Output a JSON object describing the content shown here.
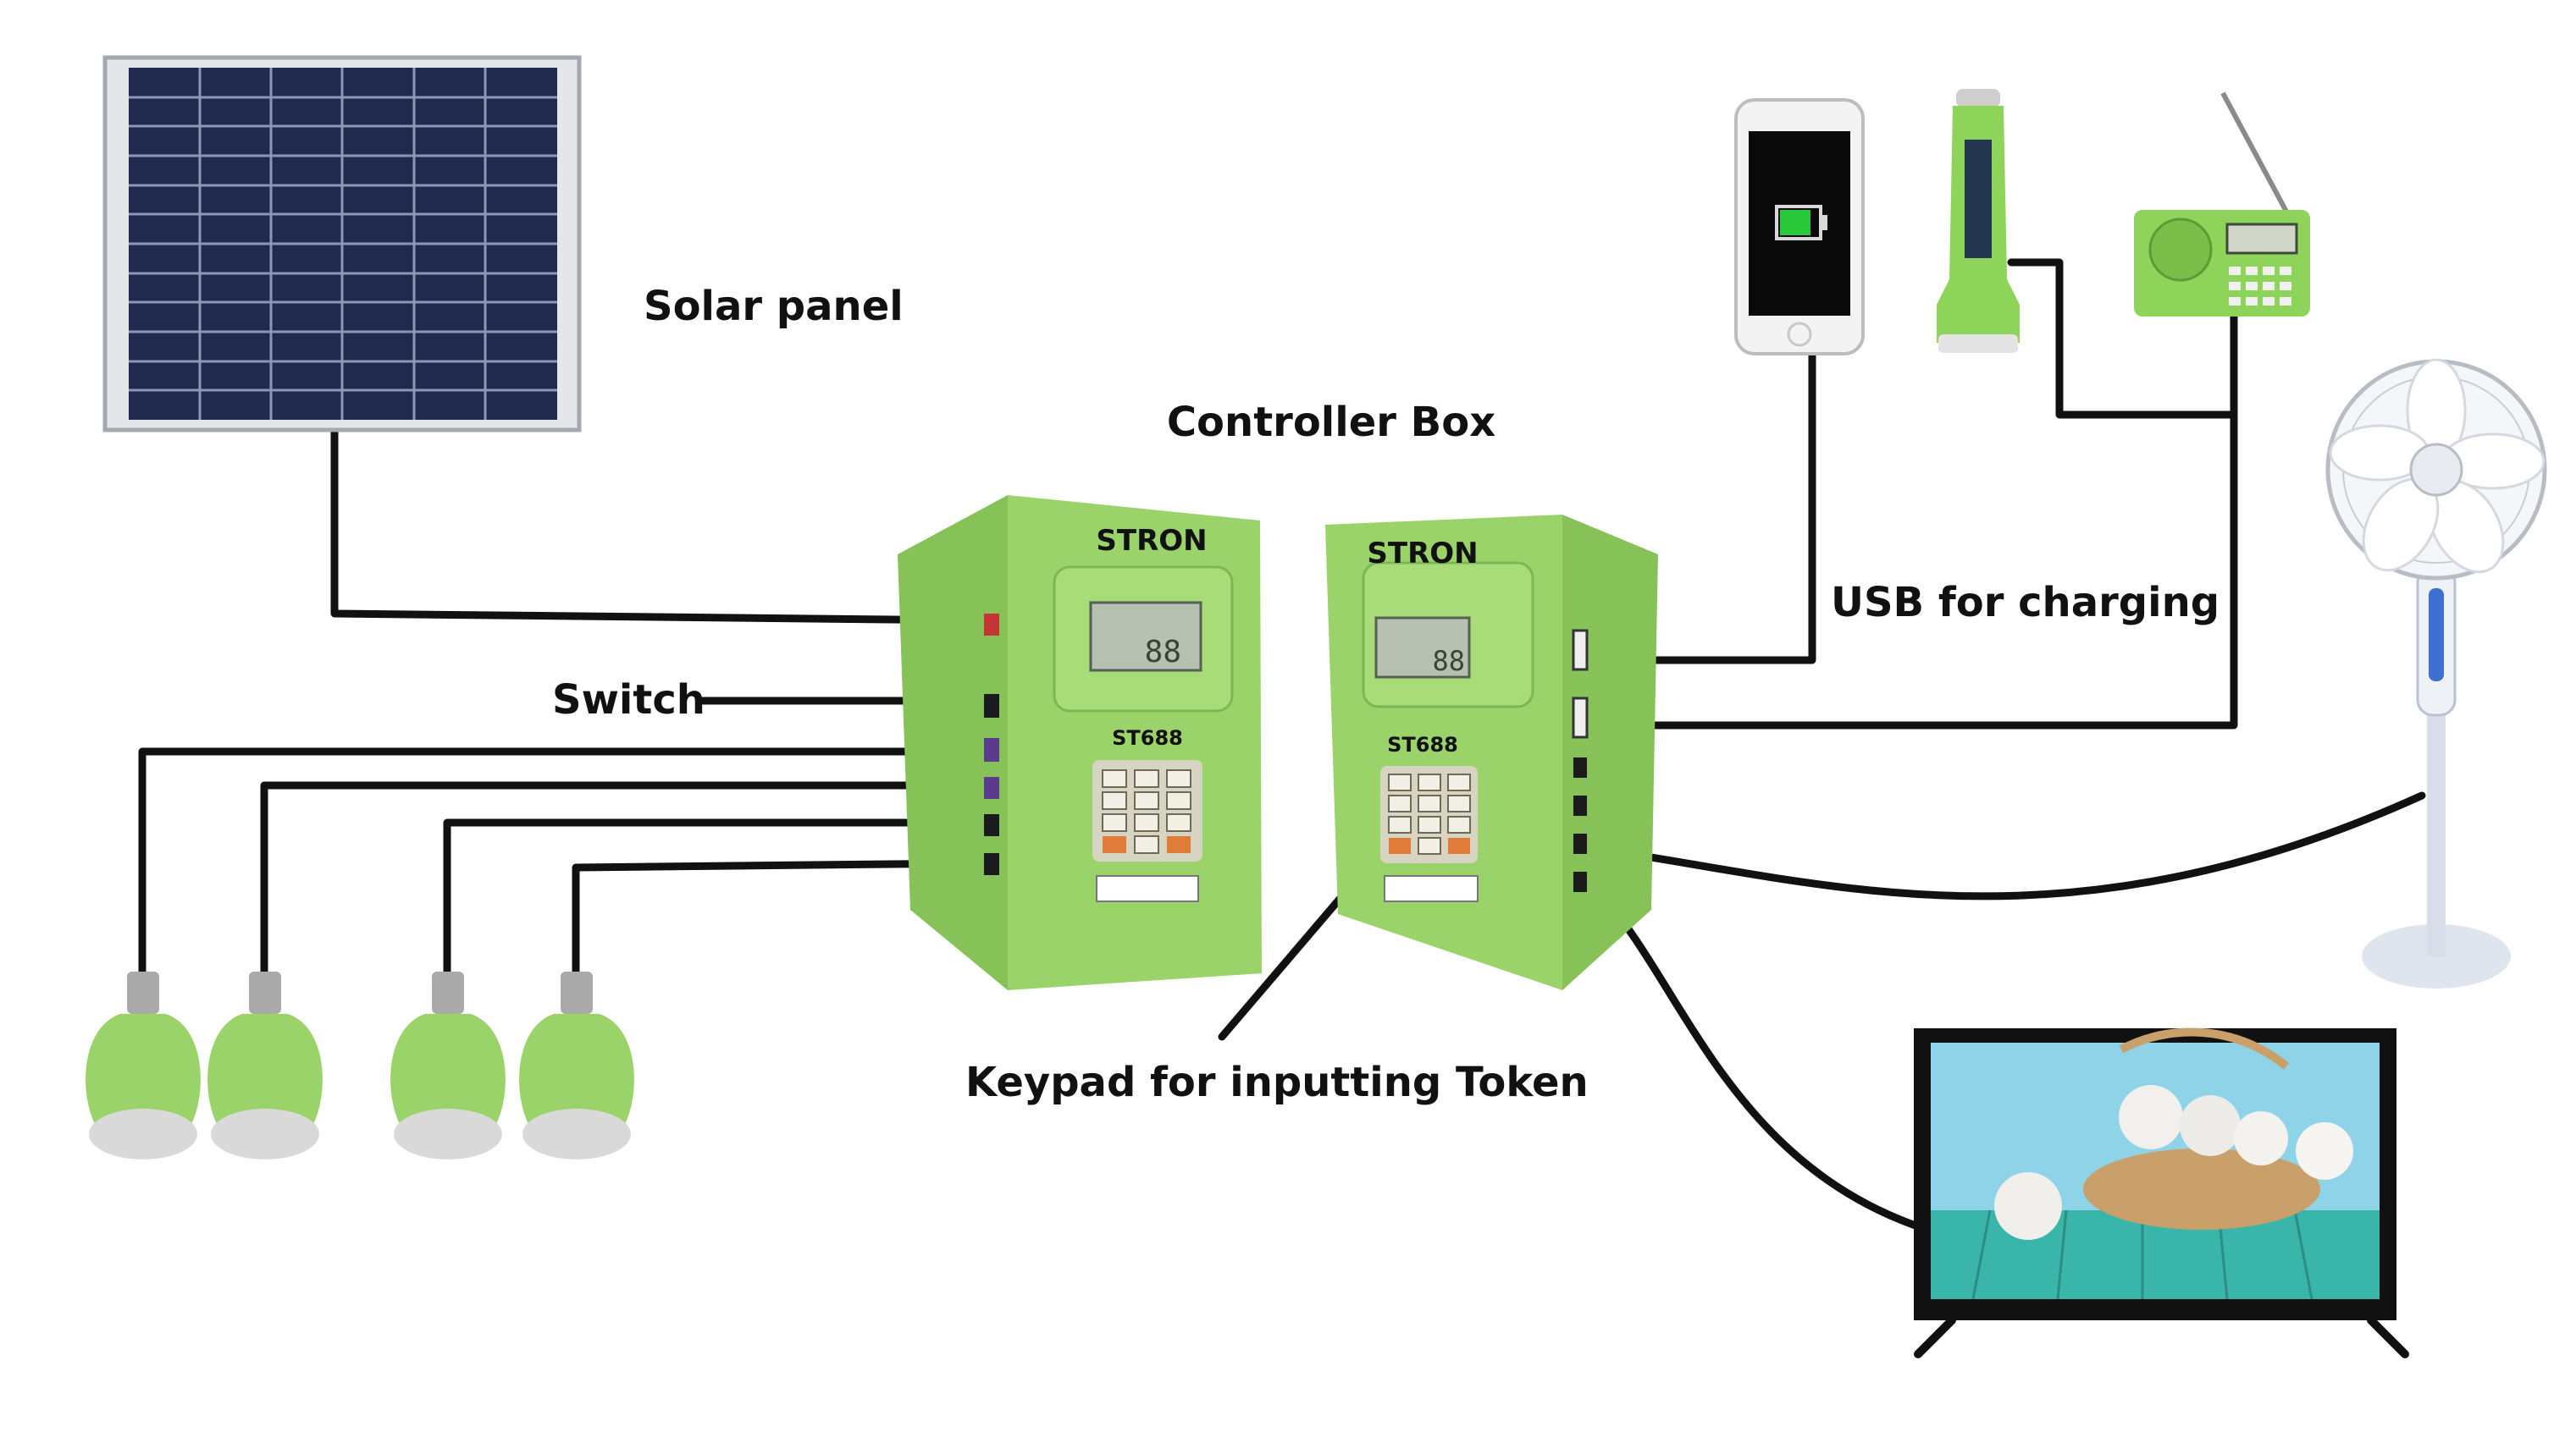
{
  "labels": {
    "solar_panel": "Solar panel",
    "controller_box": "Controller Box",
    "usb_charging": "USB for charging",
    "switch": "Switch",
    "keypad": "Keypad for inputting Token"
  },
  "controller": {
    "brand": "STRON",
    "model": "ST688",
    "lcd_digits": "88"
  },
  "colors": {
    "device_green": "#9ad36a",
    "panel_cell": "#1f2a4e",
    "wire": "#111111"
  },
  "icons": [
    "solar-panel-icon",
    "controller-box-icon",
    "smartphone-icon",
    "flashlight-icon",
    "radio-icon",
    "fan-icon",
    "tv-icon",
    "light-bulb-icon"
  ]
}
